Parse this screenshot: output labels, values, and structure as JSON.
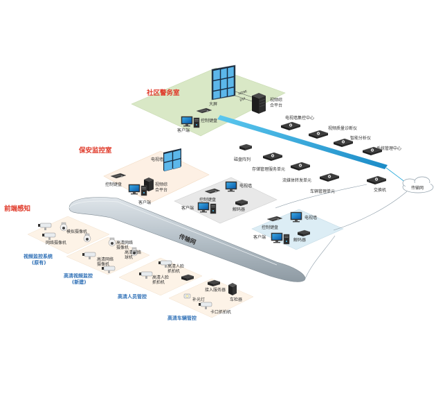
{
  "zones": {
    "police_room": "社区警务室",
    "security_room": "保安监控室",
    "frontend": "前端感知"
  },
  "network": {
    "transport": "传输网",
    "cloud": "传输网"
  },
  "police": {
    "big_screen": "大屏",
    "hdmi": "HDMI",
    "dvi": "DVI",
    "video_platform": [
      "视频综",
      "合平台"
    ],
    "keyboard": "控制键盘",
    "client": "客户端"
  },
  "servers": {
    "tv_wall_center": "电视墙集控中心",
    "quality_diag": "视频质量诊断仪",
    "smart_analyzer": "智能分析仪",
    "sys_mgmt": "系统管理中心",
    "disk_array": "磁盘阵列",
    "storage_mgmt": "存储管理服务单元",
    "stream_forward": "流媒体转发单元",
    "vehicle_mgmt": "车辆管理单元",
    "switch": "交换机"
  },
  "security": {
    "tv_wall": "电视墙",
    "keyboard": "控制键盘",
    "video_platform": [
      "视频综",
      "合平台"
    ],
    "client": "客户端"
  },
  "mid_node": {
    "tv_wall": "电视墙",
    "client": "客户端",
    "keyboard": "控制键盘",
    "decoder": "解码器"
  },
  "right_node": {
    "keyboard": "控制键盘",
    "tv_wall": "电视墙",
    "client": "客户端",
    "decoder": "解码器"
  },
  "frontend_devices": {
    "video_monitor_sys": [
      "视频监控系统",
      "(原有)"
    ],
    "net_camera1": "模拟摄像机",
    "net_camera2": "网络摄像机",
    "hd_monitor": [
      "高清视频监控",
      "(新建)"
    ],
    "hd_net_camera": [
      "高清网络",
      "摄像机"
    ],
    "hd_dome": [
      "高清网络",
      "球机"
    ],
    "hd_face_camera": [
      "高清人脸",
      "抓拍机"
    ],
    "hd_people_ctrl": "高清人员管控",
    "access_server": "接入服务器",
    "fill_light": "补光灯",
    "checkpoint_cam": "卡口抓拍机",
    "vehicle_detector": "车检器",
    "hd_vehicle_ctrl": "高清车辆管控"
  },
  "colors": {
    "police_zone": "#d9e8c6",
    "security_zone": "#fdf0e4",
    "gray_zone": "#e8e8e8",
    "blue_zone": "#dcedf5",
    "fiber": "#1aa5d8",
    "network_band": "#b8c4cc",
    "title_red": "#e03a2a",
    "title_blue": "#2a6db5"
  }
}
